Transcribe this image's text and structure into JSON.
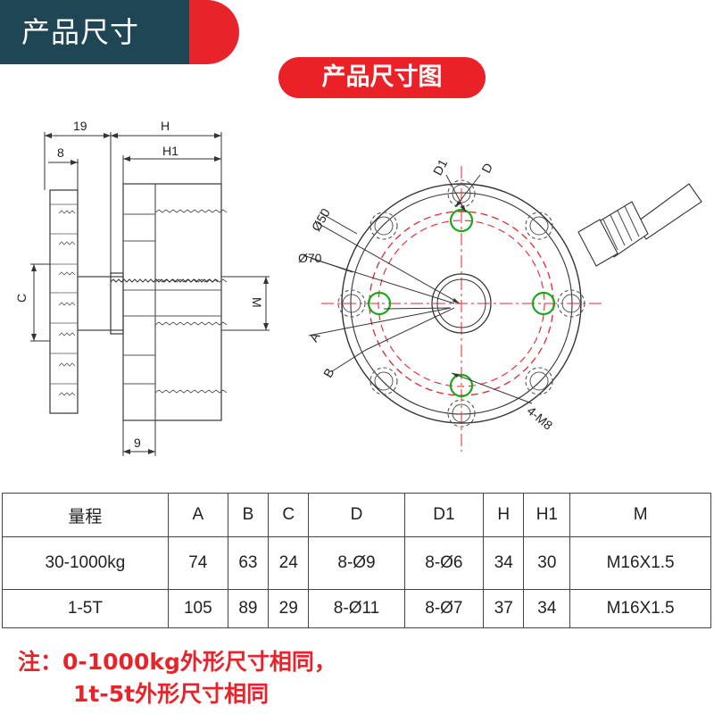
{
  "header": {
    "title": "产品尺寸"
  },
  "banner": {
    "title": "产品尺寸图"
  },
  "side_view": {
    "labels": {
      "dim_19": "19",
      "dim_8": "8",
      "dim_H": "H",
      "dim_H1": "H1",
      "dim_C": "C",
      "dim_M": "M",
      "dim_9": "9"
    }
  },
  "front_view": {
    "labels": {
      "d1": "D1",
      "d": "D",
      "phi50": "Ø50",
      "phi70": "Ø70",
      "a": "A",
      "b": "B",
      "m8": "4-M8"
    }
  },
  "table": {
    "headers": [
      "量程",
      "A",
      "B",
      "C",
      "D",
      "D1",
      "H",
      "H1",
      "M"
    ],
    "rows": [
      [
        "30-1000kg",
        "74",
        "63",
        "24",
        "8-Ø9",
        "8-Ø6",
        "34",
        "30",
        "M16X1.5"
      ],
      [
        "1-5T",
        "105",
        "89",
        "29",
        "8-Ø11",
        "8-Ø7",
        "37",
        "34",
        "M16X1.5"
      ]
    ]
  },
  "note": {
    "line1": "注：0-1000kg外形尺寸相同，",
    "line2": "1t-5t外形尺寸相同"
  },
  "colors": {
    "accent_red": "#e8242b",
    "header_dark": "#1f4654",
    "hole_green": "#1aa81a"
  }
}
